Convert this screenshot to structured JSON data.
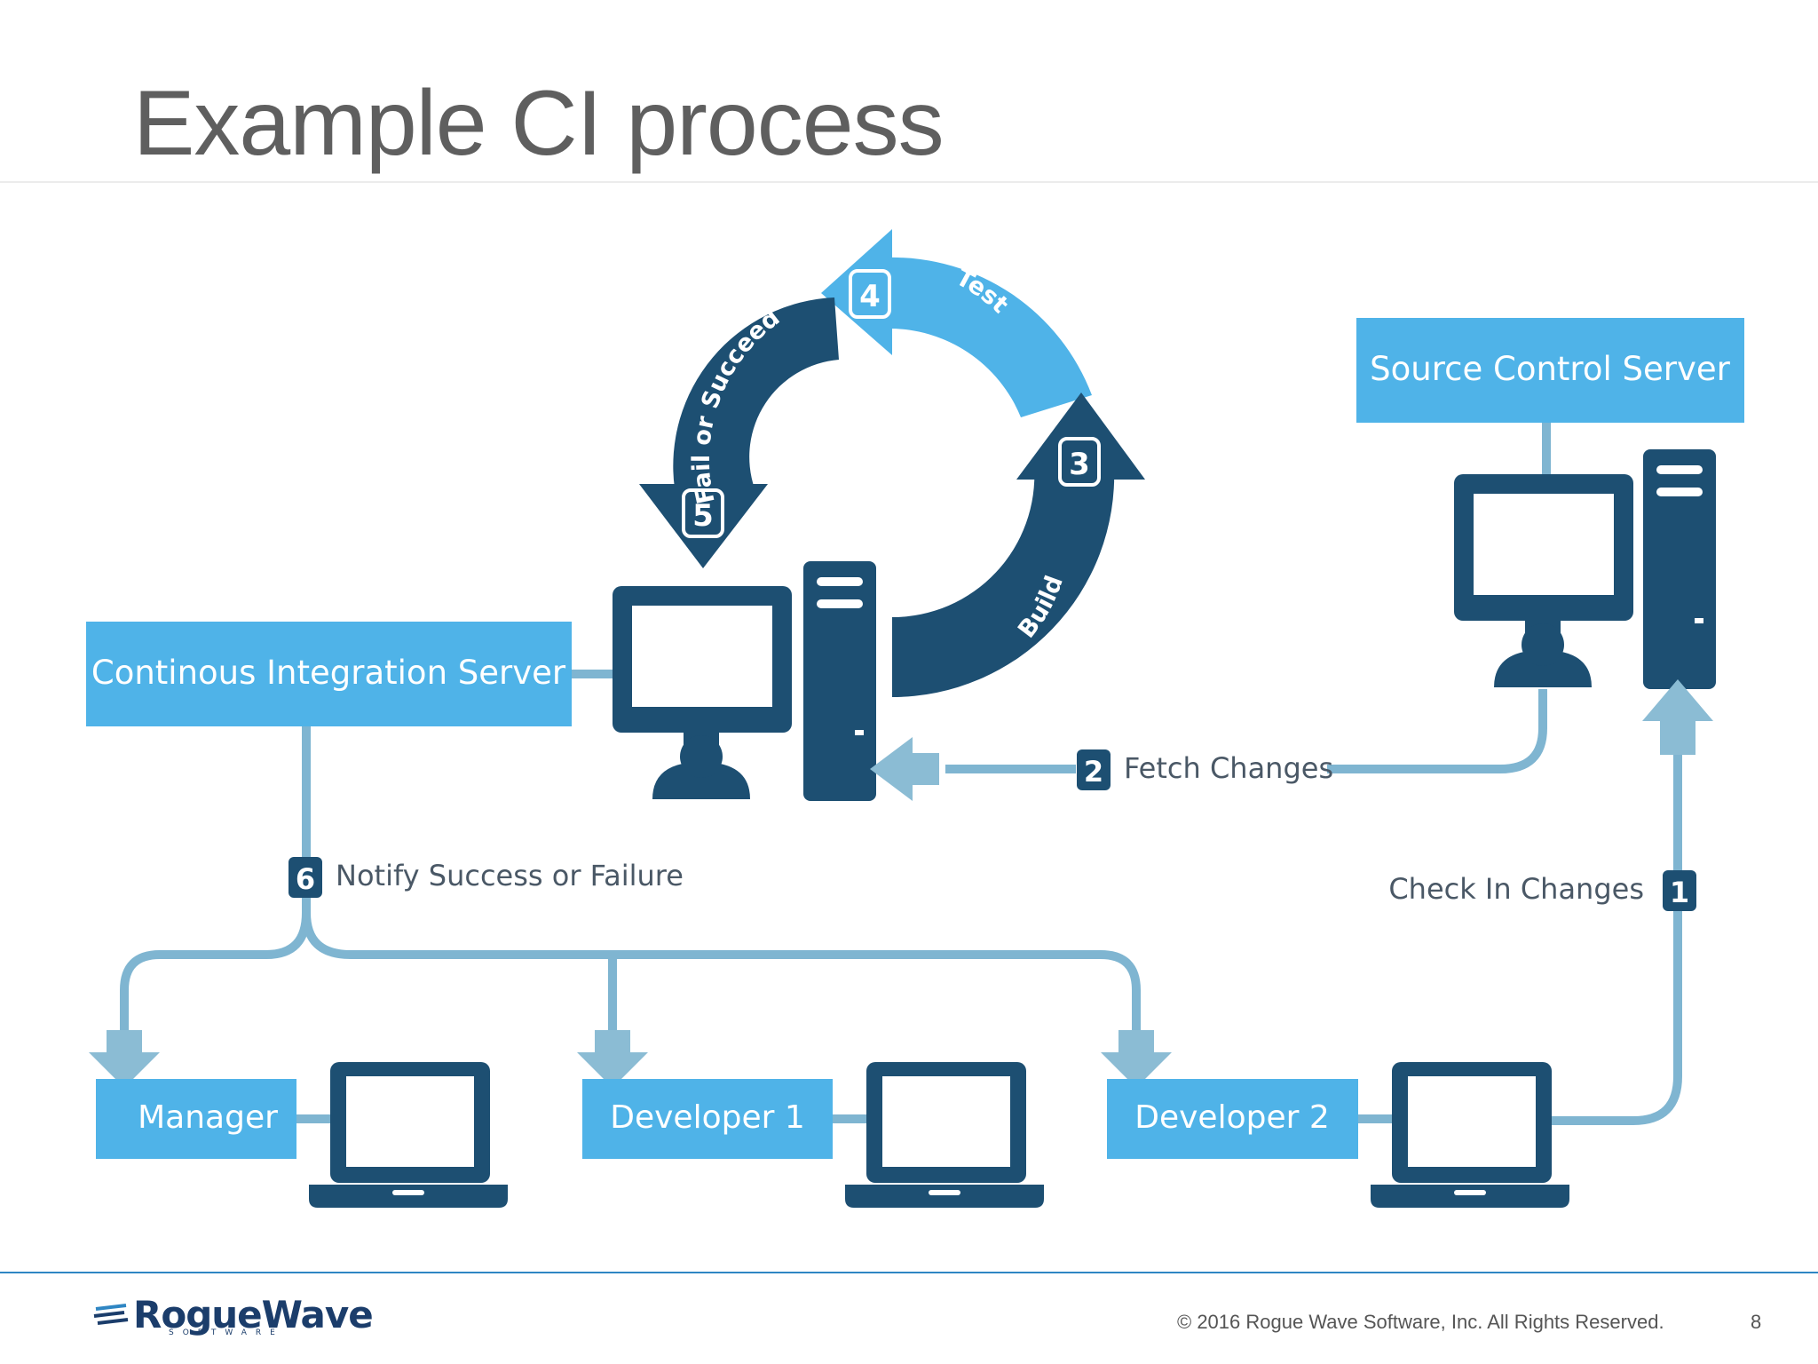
{
  "slide": {
    "title": "Example CI process"
  },
  "diagram": {
    "colors": {
      "light_blue": "#4fb3e8",
      "dark_navy": "#1d4f72",
      "connector": "#7fb5d1",
      "arrow_grey_blue": "#8bbcd4"
    },
    "nodes": {
      "ci_server": "Continous Integration Server",
      "source_control": "Source Control Server",
      "manager": "Manager",
      "developer1": "Developer 1",
      "developer2": "Developer 2"
    },
    "steps": [
      {
        "number": "1",
        "label": "Check In Changes"
      },
      {
        "number": "2",
        "label": "Fetch Changes"
      },
      {
        "number": "3",
        "label": "Build"
      },
      {
        "number": "4",
        "label": "Test"
      },
      {
        "number": "5",
        "label": "Fail or Succeed"
      },
      {
        "number": "6",
        "label": "Notify Success or Failure"
      }
    ]
  },
  "footer": {
    "brand": "RogueWave",
    "brand_sub": "SOFTWARE",
    "copyright": "© 2016 Rogue Wave Software, Inc. All Rights Reserved.",
    "page_number": "8"
  }
}
